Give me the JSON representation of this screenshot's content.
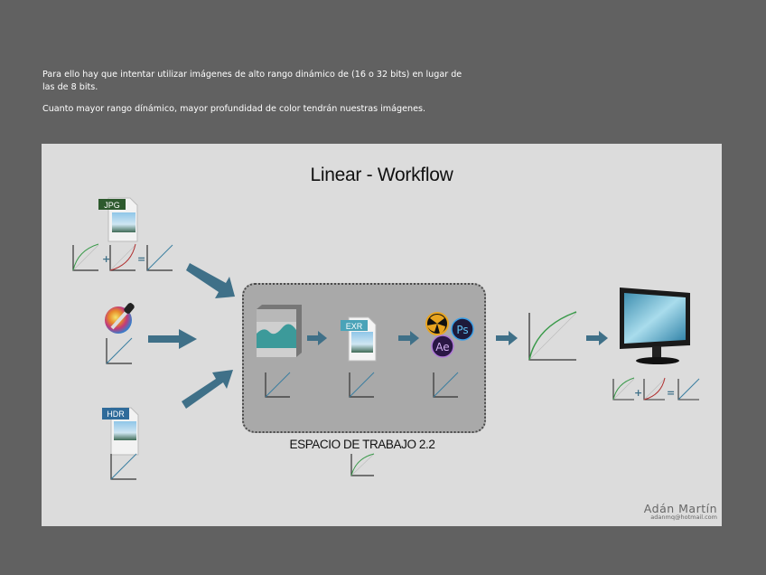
{
  "intro": {
    "paragraph_1": "Para ello hay que intentar utilizar imágenes de alto rango dinámico de (16 o 32 bits) en lugar de las de 8 bits.",
    "paragraph_2": "Cuanto mayor rango dínámico, mayor profundidad de color tendrán nuestras imágenes."
  },
  "diagram": {
    "title": "Linear - Workflow",
    "inputs": [
      {
        "label": "JPG",
        "badge_color": "#2e5a2e",
        "curves": [
          "gamma",
          "inverse-gamma",
          "linear"
        ],
        "operators": [
          "+",
          "="
        ]
      },
      {
        "label": "Color picker",
        "curves": [
          "linear"
        ]
      },
      {
        "label": "HDR",
        "badge_color": "#2f6b9a",
        "curves": [
          "linear"
        ]
      }
    ],
    "workspace": {
      "label": "ESPACIO DE TRABAJO 2.2",
      "curve": "gamma",
      "stages": [
        {
          "name": "3D software box",
          "curve": "linear"
        },
        {
          "name": "EXR",
          "badge_color": "#4aa3b8",
          "curve": "linear"
        },
        {
          "name": "Compositing apps",
          "apps": [
            "Nuke",
            "Ps",
            "Ae"
          ],
          "curve": "linear"
        }
      ]
    },
    "output": {
      "curve": "gamma",
      "device": "Monitor",
      "monitor_curves": [
        "gamma",
        "inverse-gamma",
        "linear"
      ],
      "operators": [
        "+",
        "="
      ]
    },
    "colors": {
      "arrow": "#3f7088",
      "linear_curve": "#3a7ea0",
      "gamma_curve": "#3a9a4a",
      "inverse_curve": "#b03030",
      "panel_bg": "#dcdcdc",
      "workspace_bg": "#a9a9a9",
      "page_bg": "#616161"
    },
    "signature": {
      "name": "Adán Martín",
      "email": "adanmq@hotmail.com"
    }
  }
}
